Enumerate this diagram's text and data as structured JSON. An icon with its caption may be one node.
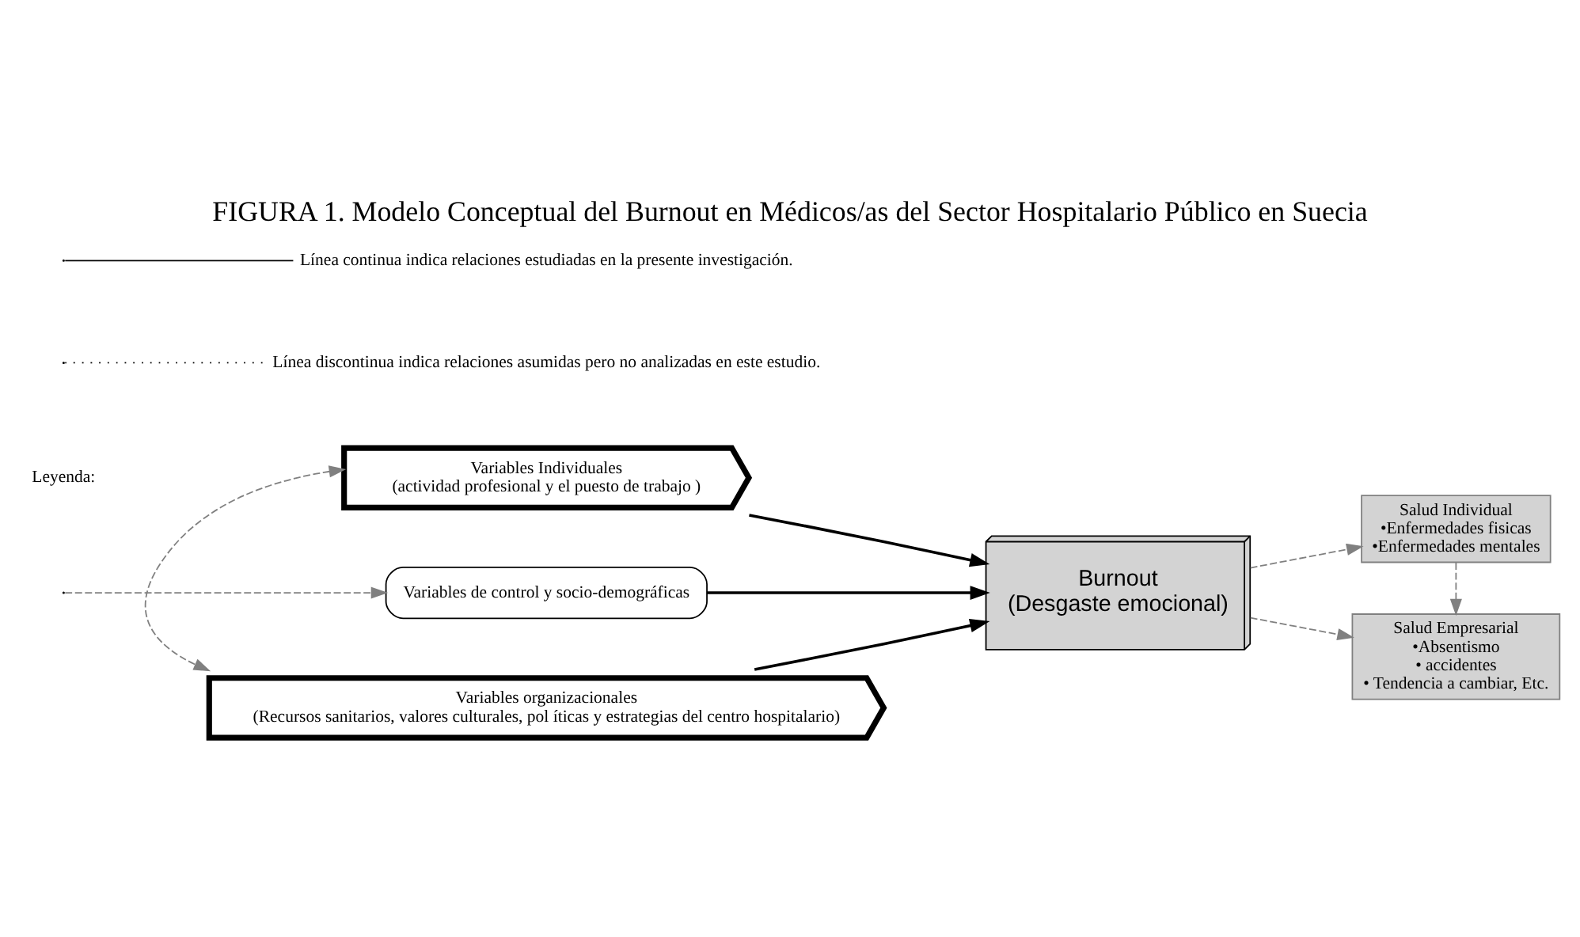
{
  "diagram": {
    "title": "FIGURA 1. Modelo Conceptual del Burnout en Médicos/as del Sector Hospitalario Público en Suecia",
    "nodes": [
      {
        "text": [
          "Variables Individuales",
          "(actividad profesional y el puesto de trabajo )"
        ]
      },
      {
        "text": [
          "Variables de control y socio-demográficas"
        ]
      },
      {
        "text": [
          "Variables organizacionales",
          "(Recursos sanitarios, valores culturales, pol íticas y estrategias del centro hospitalario)"
        ]
      },
      {
        "text": [
          "Burnout",
          "(Desgaste emocional)"
        ]
      },
      {
        "text": [
          "Salud Empresarial",
          "•Absentismo",
          "• accidentes",
          "• Tendencia a cambiar, Etc."
        ]
      },
      {
        "text": [
          "Salud Individual",
          "•Enfermedades fisicas",
          "•Enfermedades mentales"
        ]
      }
    ],
    "edges": [
      {
        "from": 0,
        "to": 3,
        "arrow": "to",
        "color": "#000000"
      },
      {
        "from": 1,
        "to": 3,
        "arrow": "to",
        "color": "#000000"
      },
      {
        "from": 2,
        "to": 3,
        "arrow": "to",
        "color": "#000000"
      },
      {
        "from": 0,
        "to": 2,
        "arrow": "both",
        "style": "dashed",
        "color": "#808080"
      },
      {
        "from": null,
        "to": 1,
        "arrow": "to",
        "style": "dashed",
        "color": "#808080"
      },
      {
        "from": 3,
        "to": 4,
        "arrow": "to",
        "style": "dashed",
        "color": "#808080"
      },
      {
        "from": 3,
        "to": 5,
        "arrow": "to",
        "style": "dashed",
        "color": "#808080"
      },
      {
        "from": 5,
        "to": 4,
        "arrow": "to",
        "style": "dashed",
        "color": "#808080"
      }
    ],
    "labels": [
      "Leyenda:"
    ],
    "legend": [
      {
        "text": "Línea continua indica relaciones estudiadas en la presente investigación."
      },
      {
        "text": "Línea discontinua indica relaciones asumidas pero no analizadas en este estudio."
      }
    ]
  }
}
